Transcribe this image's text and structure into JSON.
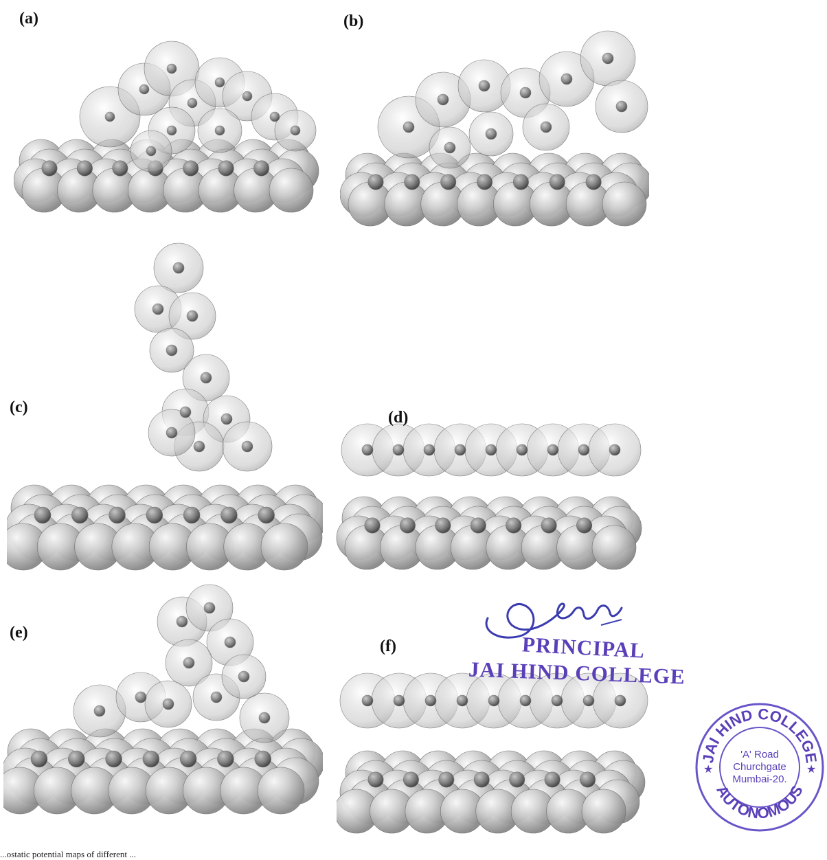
{
  "panels": [
    {
      "id": "a",
      "label": "(a)"
    },
    {
      "id": "b",
      "label": "(b)"
    },
    {
      "id": "c",
      "label": "(c)"
    },
    {
      "id": "d",
      "label": "(d)"
    },
    {
      "id": "e",
      "label": "(e)"
    },
    {
      "id": "f",
      "label": "(f)"
    }
  ],
  "stamp": {
    "title": "PRINCIPAL",
    "college": "JAI HIND COLLEGE",
    "seal_lines": [
      "'A' Road",
      "Churchgate",
      "Mumbai-20."
    ],
    "seal_ring_top": "JAI HIND COLLEGE",
    "seal_ring_bottom": "AUTONOMOUS"
  },
  "caption": "...ostatic potential maps of different ..."
}
